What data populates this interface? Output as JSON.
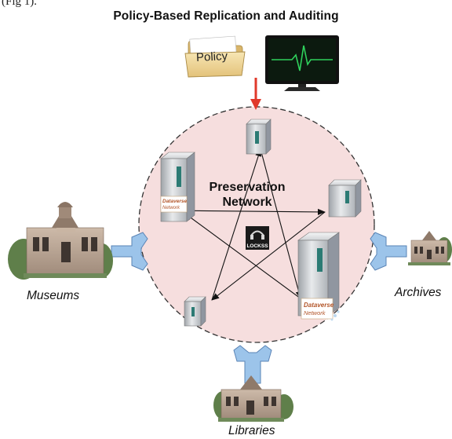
{
  "figure": {
    "top_fragment": "(Fig 1).",
    "title": "Policy-Based Replication and Auditing",
    "policy_label": "Policy",
    "network_label_line1": "Preservation",
    "network_label_line2": "Network",
    "lockss_label": "LOCKSS",
    "dataverse_label_line1": "Dataverse",
    "dataverse_label_line2": "Network",
    "sites": {
      "museums": "Museums",
      "archives": "Archives",
      "libraries": "Libraries"
    }
  },
  "colors": {
    "circle_fill": "#f6dede",
    "arrow_red": "#e0392b",
    "connector_blue": "#9cc4ea",
    "server_gray": "#c7cacd",
    "building_stone": "#b9a596",
    "monitor_screen": "#0c1a0f",
    "heartbeat_green": "#2fd05c",
    "folder_tan": "#eed79e"
  }
}
